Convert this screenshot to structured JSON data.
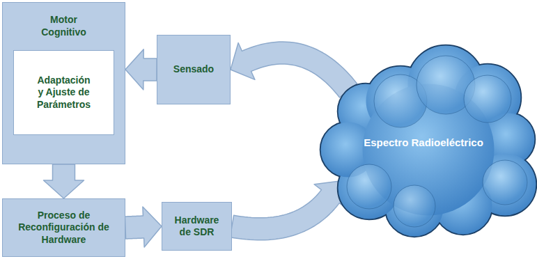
{
  "diagram": {
    "nodes": [
      {
        "text": [
          "Motor Cognitivo"
        ]
      },
      {
        "text": [
          "Adaptación y Ajuste de Parámetros"
        ],
        "in": 0
      },
      {
        "text": [
          "Sensado"
        ]
      },
      {
        "text": [
          "Proceso de Reconfiguración de Hardware"
        ]
      },
      {
        "text": [
          "Hardware de SDR"
        ]
      },
      {
        "text": [
          "Espectro Radioeléctrico"
        ]
      }
    ],
    "edges": [
      {
        "from": 2,
        "to": 0,
        "arrow": "to"
      },
      {
        "from": 5,
        "to": 2,
        "arrow": "to"
      },
      {
        "from": 0,
        "to": 3,
        "arrow": "to"
      },
      {
        "from": 3,
        "to": 4,
        "arrow": "to"
      },
      {
        "from": 4,
        "to": 5,
        "arrow": "to"
      }
    ]
  }
}
